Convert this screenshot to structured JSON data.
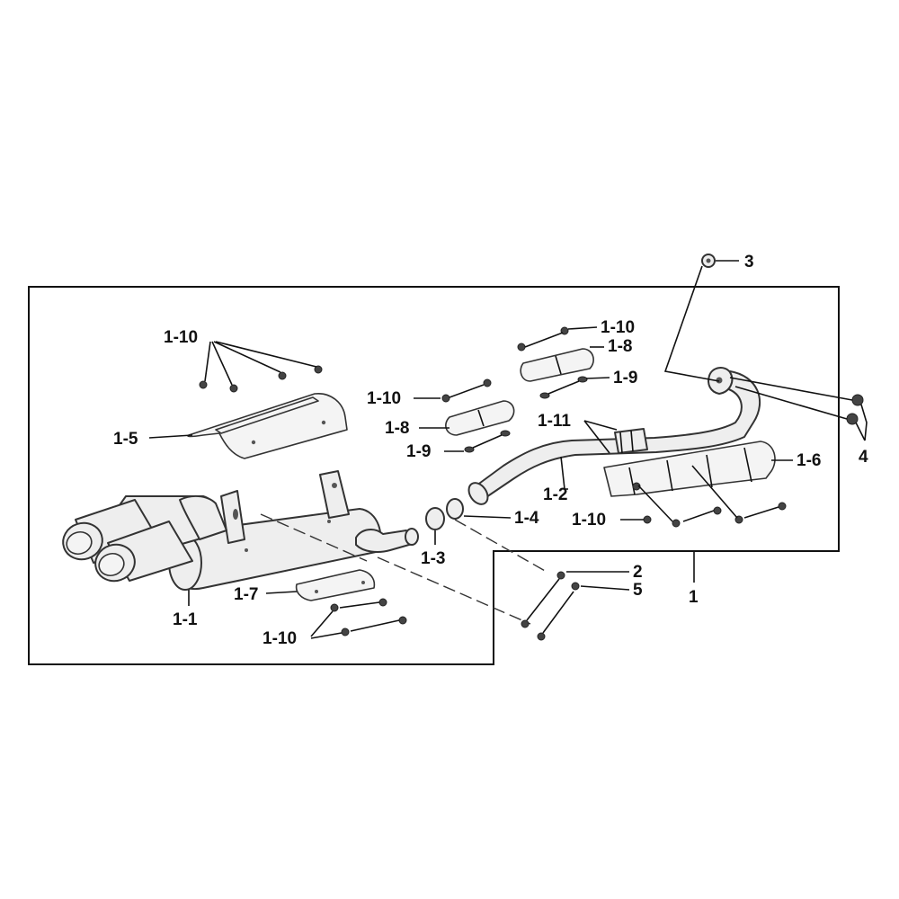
{
  "labels": {
    "l3": "3",
    "l4": "4",
    "l1": "1",
    "l2": "2",
    "l5": "5",
    "l1_1": "1-1",
    "l1_2": "1-2",
    "l1_3": "1-3",
    "l1_4": "1-4",
    "l1_5": "1-5",
    "l1_6": "1-6",
    "l1_7": "1-7",
    "l1_8a": "1-8",
    "l1_8b": "1-8",
    "l1_9a": "1-9",
    "l1_9b": "1-9",
    "l1_10a": "1-10",
    "l1_10b": "1-10",
    "l1_10c": "1-10",
    "l1_10d": "1-10",
    "l1_10e": "1-10",
    "l1_11": "1-11"
  }
}
